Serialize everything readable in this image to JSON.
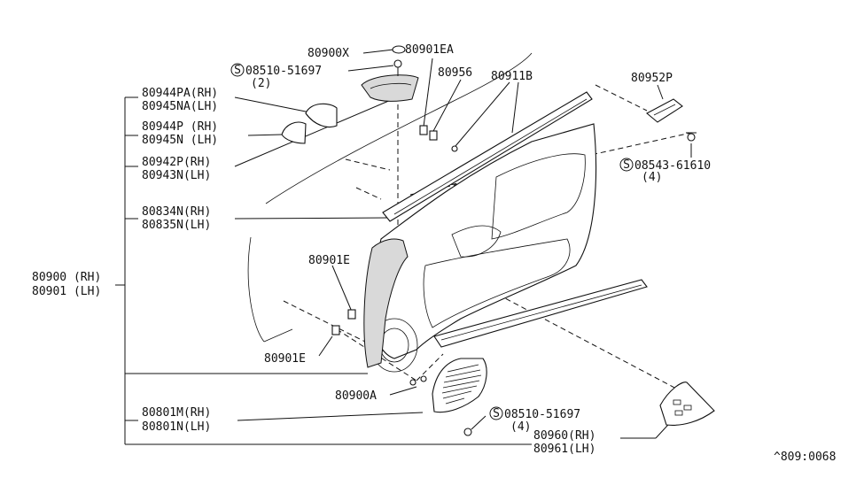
{
  "labels": {
    "p80900x": "80900X",
    "p80901ea": "80901EA",
    "s08510_top": "08510-51697",
    "s08510_top_qty": "(2)",
    "p80956": "80956",
    "p80911b": "80911B",
    "p80952p": "80952P",
    "p80944pa": "80944PA(RH)",
    "p80945na": "80945NA(LH)",
    "p80944p": "80944P (RH)",
    "p80945n": "80945N (LH)",
    "p80942p": "80942P(RH)",
    "p80943n": "80943N(LH)",
    "s08543": "08543-61610",
    "s08543_qty": "(4)",
    "p80834n": "80834N(RH)",
    "p80835n": "80835N(LH)",
    "p80901e_top": "80901E",
    "p80900": "80900 (RH)",
    "p80901": "80901 (LH)",
    "p80901e_bot": "80901E",
    "p80900a": "80900A",
    "p80801m": "80801M(RH)",
    "p80801n": "80801N(LH)",
    "s08510_bot": "08510-51697",
    "s08510_bot_qty": "(4)",
    "p80960": "80960(RH)",
    "p80961": "80961(LH)",
    "code": "^809:0068",
    "screw_symbol": "S"
  }
}
